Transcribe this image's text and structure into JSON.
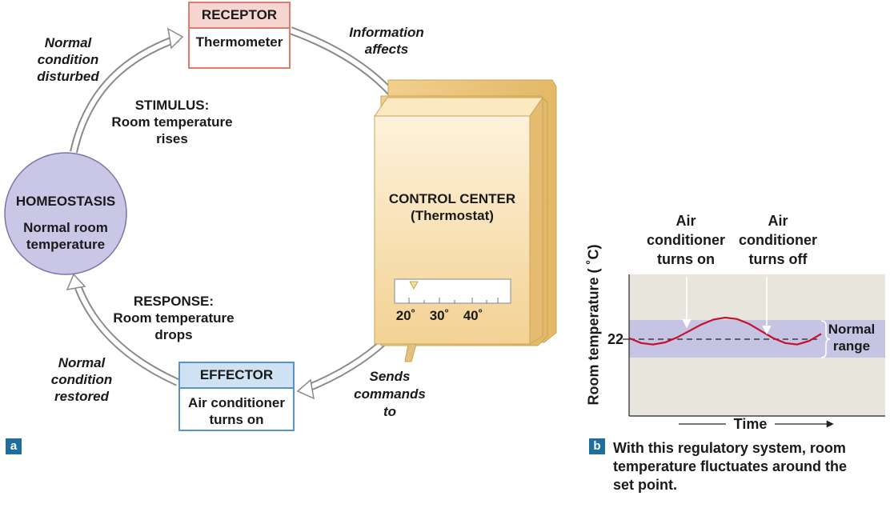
{
  "panel_a": {
    "tag": "a",
    "receptor": {
      "title": "RECEPTOR",
      "body": "Thermometer"
    },
    "effector": {
      "title": "EFFECTOR",
      "body_line1": "Air conditioner",
      "body_line2": "turns on"
    },
    "homeostasis": {
      "title": "HOMEOSTASIS",
      "line1": "Normal room",
      "line2": "temperature"
    },
    "control_center": {
      "title": "CONTROL CENTER",
      "subtitle": "(Thermostat)"
    },
    "dial": {
      "marks": [
        "20˚",
        "30˚",
        "40˚"
      ]
    },
    "stimulus": {
      "line1": "STIMULUS:",
      "line2": "Room temperature",
      "line3": "rises"
    },
    "response": {
      "line1": "RESPONSE:",
      "line2": "Room temperature",
      "line3": "drops"
    },
    "disturbed": {
      "line1": "Normal",
      "line2": "condition",
      "line3": "disturbed"
    },
    "restored": {
      "line1": "Normal",
      "line2": "condition",
      "line3": "restored"
    },
    "information": {
      "line1": "Information",
      "line2": "affects"
    },
    "sends": {
      "line1": "Sends",
      "line2": "commands",
      "line3": "to"
    }
  },
  "panel_b": {
    "tag": "b",
    "caption": {
      "line1": "With this regulatory system, room",
      "line2": "temperature fluctuates around the",
      "line3": "set point."
    },
    "annotation_on": {
      "line1": "Air",
      "line2": "conditioner",
      "line3": "turns on"
    },
    "annotation_off": {
      "line1": "Air",
      "line2": "conditioner",
      "line3": "turns off"
    },
    "normal_range": {
      "line1": "Normal",
      "line2": "range"
    }
  },
  "chart_data": {
    "type": "line",
    "title": "",
    "xlabel": "Time",
    "ylabel": "Room temperature ( ˚C)",
    "set_point_label": "22",
    "set_point": 22,
    "normal_range": [
      21,
      23
    ],
    "ylim": [
      16,
      26
    ],
    "series": [
      {
        "x": [
          0,
          0.0625,
          0.125,
          0.1875,
          0.25,
          0.3125,
          0.375,
          0.4375,
          0.5,
          0.5625,
          0.625,
          0.6875,
          0.75,
          0.8125,
          0.875,
          0.9375,
          1.0
        ],
        "values": [
          21.5,
          21.15,
          21.05,
          21.2,
          21.55,
          22.0,
          22.45,
          22.8,
          22.95,
          22.85,
          22.5,
          22.0,
          21.5,
          21.15,
          21.05,
          21.3,
          21.8
        ]
      }
    ],
    "colors": {
      "series": "#c8102e",
      "band": "#c5c4e2",
      "plot_bg": "#e8e6dc",
      "arrows": "#ffffff"
    }
  },
  "colors": {
    "receptor_header": "#f7d6d2",
    "receptor_border": "#e07b70",
    "effector_header": "#cfe2f3",
    "effector_border": "#5b93c7",
    "homeostasis_fill": "#cac7e6",
    "homeostasis_stroke": "#7a75a8",
    "thermostat_light": "#fdf2dc",
    "thermostat_dark": "#f3d293",
    "tag": "#1f6e9c",
    "cycle_arrow": "#8a8a8a"
  }
}
